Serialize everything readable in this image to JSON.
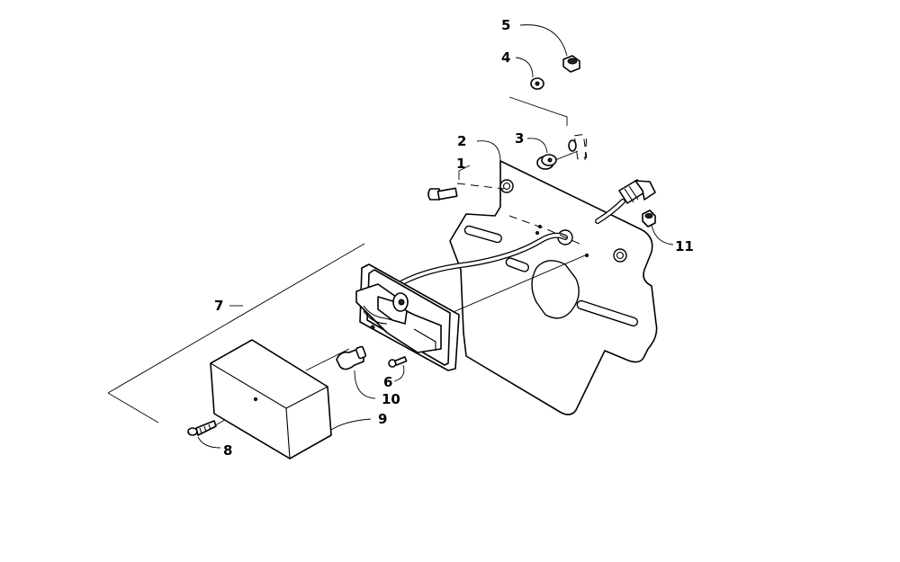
{
  "callouts": [
    {
      "id": "1",
      "text": "1"
    },
    {
      "id": "2",
      "text": "2"
    },
    {
      "id": "3",
      "text": "3"
    },
    {
      "id": "4",
      "text": "4"
    },
    {
      "id": "5",
      "text": "5"
    },
    {
      "id": "6",
      "text": "6"
    },
    {
      "id": "7",
      "text": "7"
    },
    {
      "id": "8",
      "text": "8"
    },
    {
      "id": "9",
      "text": "9"
    },
    {
      "id": "10",
      "text": "10"
    },
    {
      "id": "11",
      "text": "11"
    }
  ],
  "colors": {
    "line": "#000000",
    "background": "#ffffff"
  }
}
